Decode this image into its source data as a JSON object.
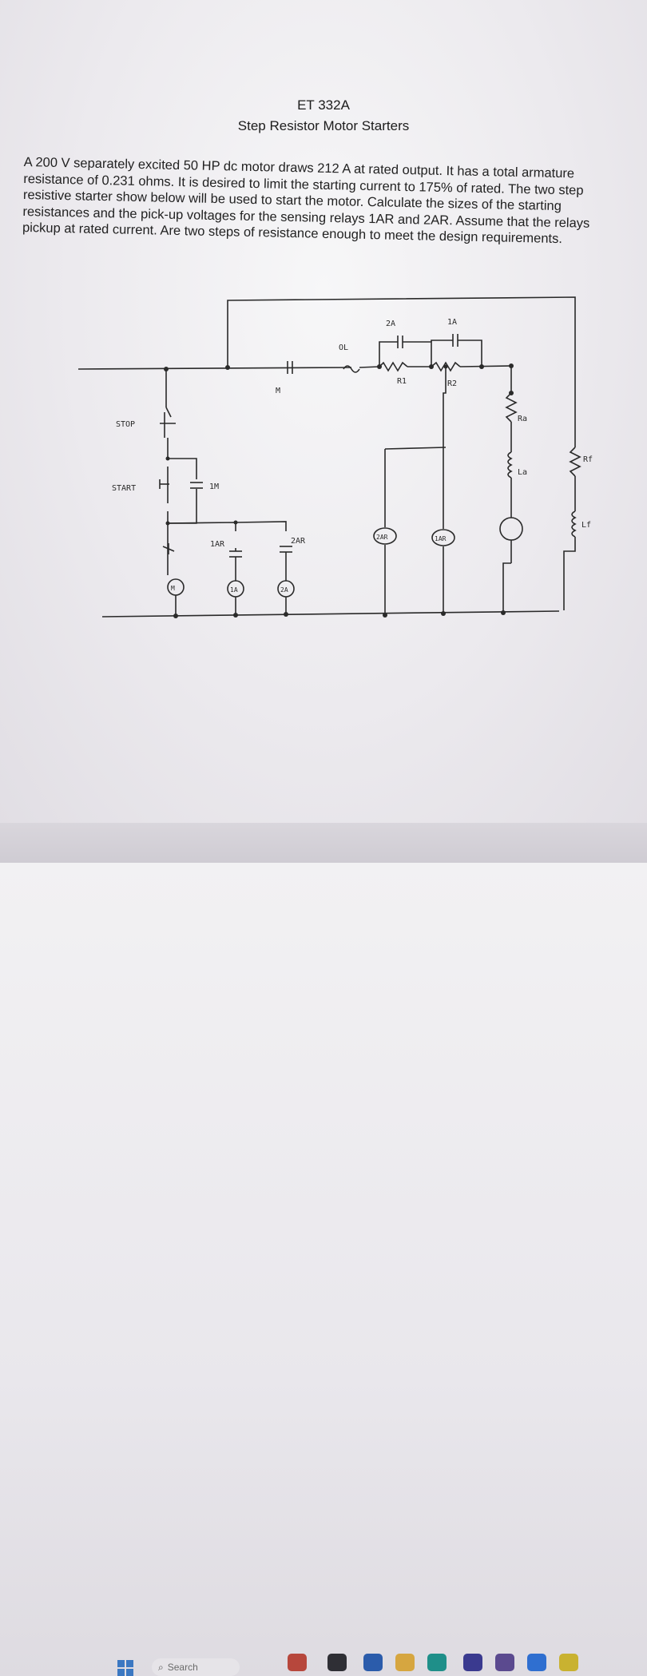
{
  "document": {
    "course": "ET 332A",
    "title": "Step Resistor Motor Starters",
    "problem": "A 200 V separately excited 50 HP dc motor draws 212 A at rated output.  It has a total armature resistance of 0.231 ohms.  It is desired to limit the starting current to 175% of rated.  The two step resistive starter show below will be used to start the motor.  Calculate the sizes of the starting resistances and the pick-up voltages for the sensing relays 1AR and 2AR.  Assume that the relays pickup at rated current.  Are two steps of resistance enough to meet  the design requirements."
  },
  "schematic": {
    "labels": {
      "stop": "STOP",
      "start": "START",
      "m_contact": "M",
      "ol": "OL",
      "c2a_top": "2A",
      "c1a_top": "1A",
      "r1": "R1",
      "r2": "R2",
      "ra": "Ra",
      "la": "La",
      "rf": "Rf",
      "lf": "Lf",
      "c1m": "1M",
      "c1ar": "1AR",
      "c2ar": "2AR",
      "coil_m": "M",
      "coil_1a": "1A",
      "coil_2a": "2A",
      "relay_2ar": "2AR",
      "relay_1ar": "1AR"
    }
  },
  "taskbar": {
    "search_placeholder": "Search",
    "icon_colors": [
      "#b7473c",
      "#2f2f35",
      "#2b5cab",
      "#d6a640",
      "#1f8f89",
      "#3a3a8f",
      "#5b4a8f",
      "#2f6fd0",
      "#c9b230"
    ]
  }
}
